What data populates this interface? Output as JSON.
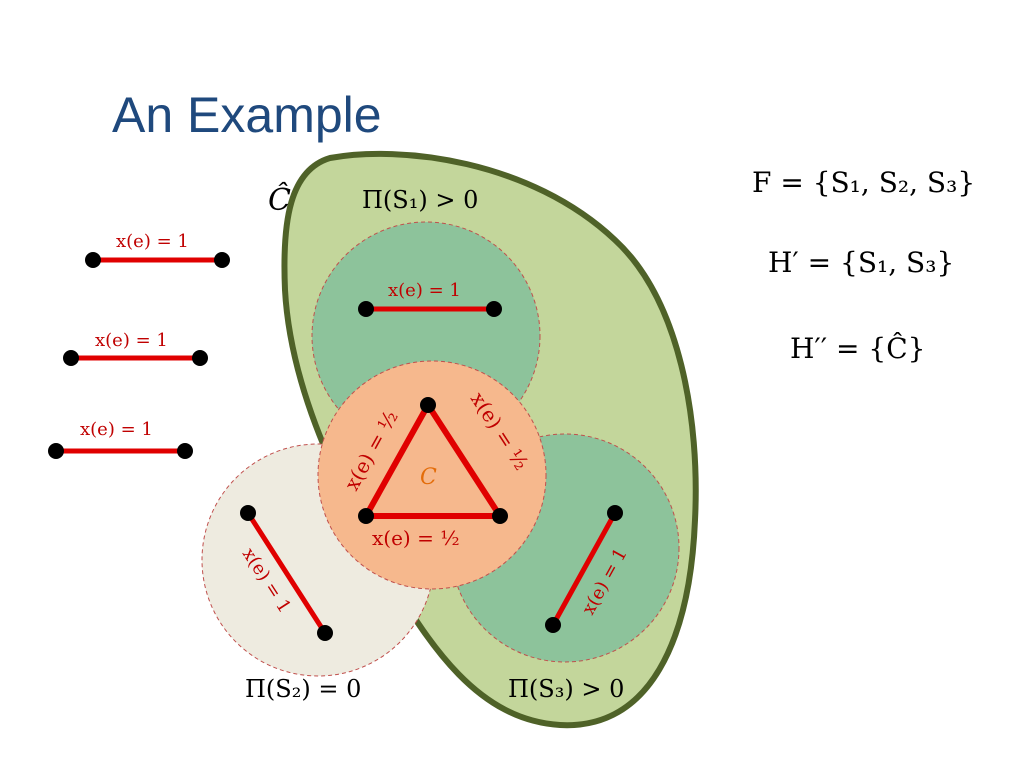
{
  "title": "An Example",
  "formulas": {
    "F": "F = {S₁, S₂, S₃}",
    "Hprime": "H′ = {S₁, S₃}",
    "Hdouble": "H′′ = {Ĉ}"
  },
  "labels": {
    "c_hat": "Ĉ",
    "c": "C",
    "pi_s1": "Π(S₁) > 0",
    "pi_s2": "Π(S₂) = 0",
    "pi_s3": "Π(S₃) > 0",
    "x_e_1": "x(e) = 1",
    "x_e_half": "x(e) = ½"
  },
  "colors": {
    "title": "#1f497d",
    "outer_fill": "#c3d69b",
    "outer_stroke": "#4f6228",
    "s1_fill": "#8dc39b",
    "s3_fill": "#8dc39b",
    "s2_fill": "#eeebe0",
    "c_fill": "#f6b88d",
    "edge": "#e00000",
    "label_red": "#c00000",
    "c_label": "#e36c09",
    "dashed": "#c0504d"
  }
}
